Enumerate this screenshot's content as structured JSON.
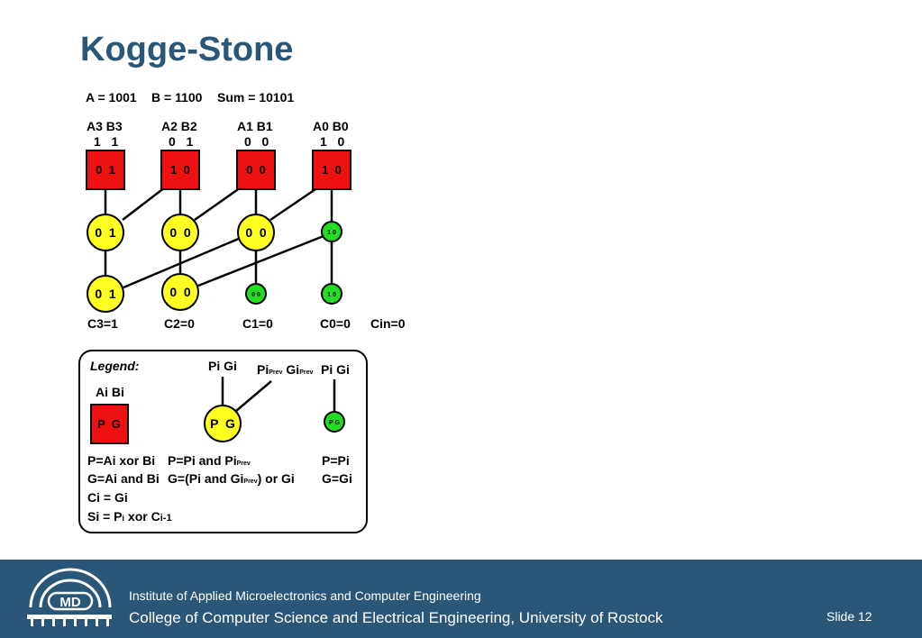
{
  "title": "Kogge-Stone",
  "header": {
    "a": "A = 1001",
    "b": "B = 1100",
    "sum": "Sum = 10101"
  },
  "colors": {
    "red": "#ee1111",
    "yellow": "#ffff22",
    "green": "#22dd22",
    "footer": "#2a5677",
    "title": "#2a5677"
  },
  "inputs": [
    {
      "label": "A3 B3",
      "bits": "1   1",
      "pg": "0  1"
    },
    {
      "label": "A2 B2",
      "bits": "0   1",
      "pg": "1  0"
    },
    {
      "label": "A1 B1",
      "bits": "0   0",
      "pg": "0  0"
    },
    {
      "label": "A0 B0",
      "bits": "1   0",
      "pg": "1  0"
    }
  ],
  "level1": [
    "0  1",
    "0  0",
    "0  0",
    "1 0"
  ],
  "level2": [
    "0  1",
    "0  0",
    "0 0",
    "1 0"
  ],
  "carries": [
    "C3=1",
    "C2=0",
    "C1=0",
    "C0=0",
    "Cin=0"
  ],
  "legend": {
    "title": "Legend:",
    "aibi": "Ai Bi",
    "pg_box": "P  G",
    "pi_gi": "Pi Gi",
    "pi_prev": "Pi",
    "prev_sub": "Prev",
    "gi_prev": "Gi",
    "pi_gi_right": "Pi Gi",
    "pg_yellow": "P  G",
    "pg_green": "P G",
    "col1": [
      "P=Ai xor Bi",
      "G=Ai and Bi",
      "Ci = Gi"
    ],
    "col1_si": {
      "a": "Si = P",
      "b": "i",
      "c": " xor C",
      "d": "i-1"
    },
    "col2_p": {
      "a": "P=Pi and Pi",
      "b": "Prev"
    },
    "col2_g": {
      "a": "G=(Pi and Gi",
      "b": "Prev",
      "c": ") or Gi"
    },
    "col3": [
      "P=Pi",
      "G=Gi"
    ]
  },
  "footer": {
    "logo_text": "MD",
    "institute": "Institute of Applied Microelectronics and Computer Engineering",
    "college": "College of Computer Science and Electrical Engineering, University of Rostock",
    "slide": "Slide 12"
  }
}
